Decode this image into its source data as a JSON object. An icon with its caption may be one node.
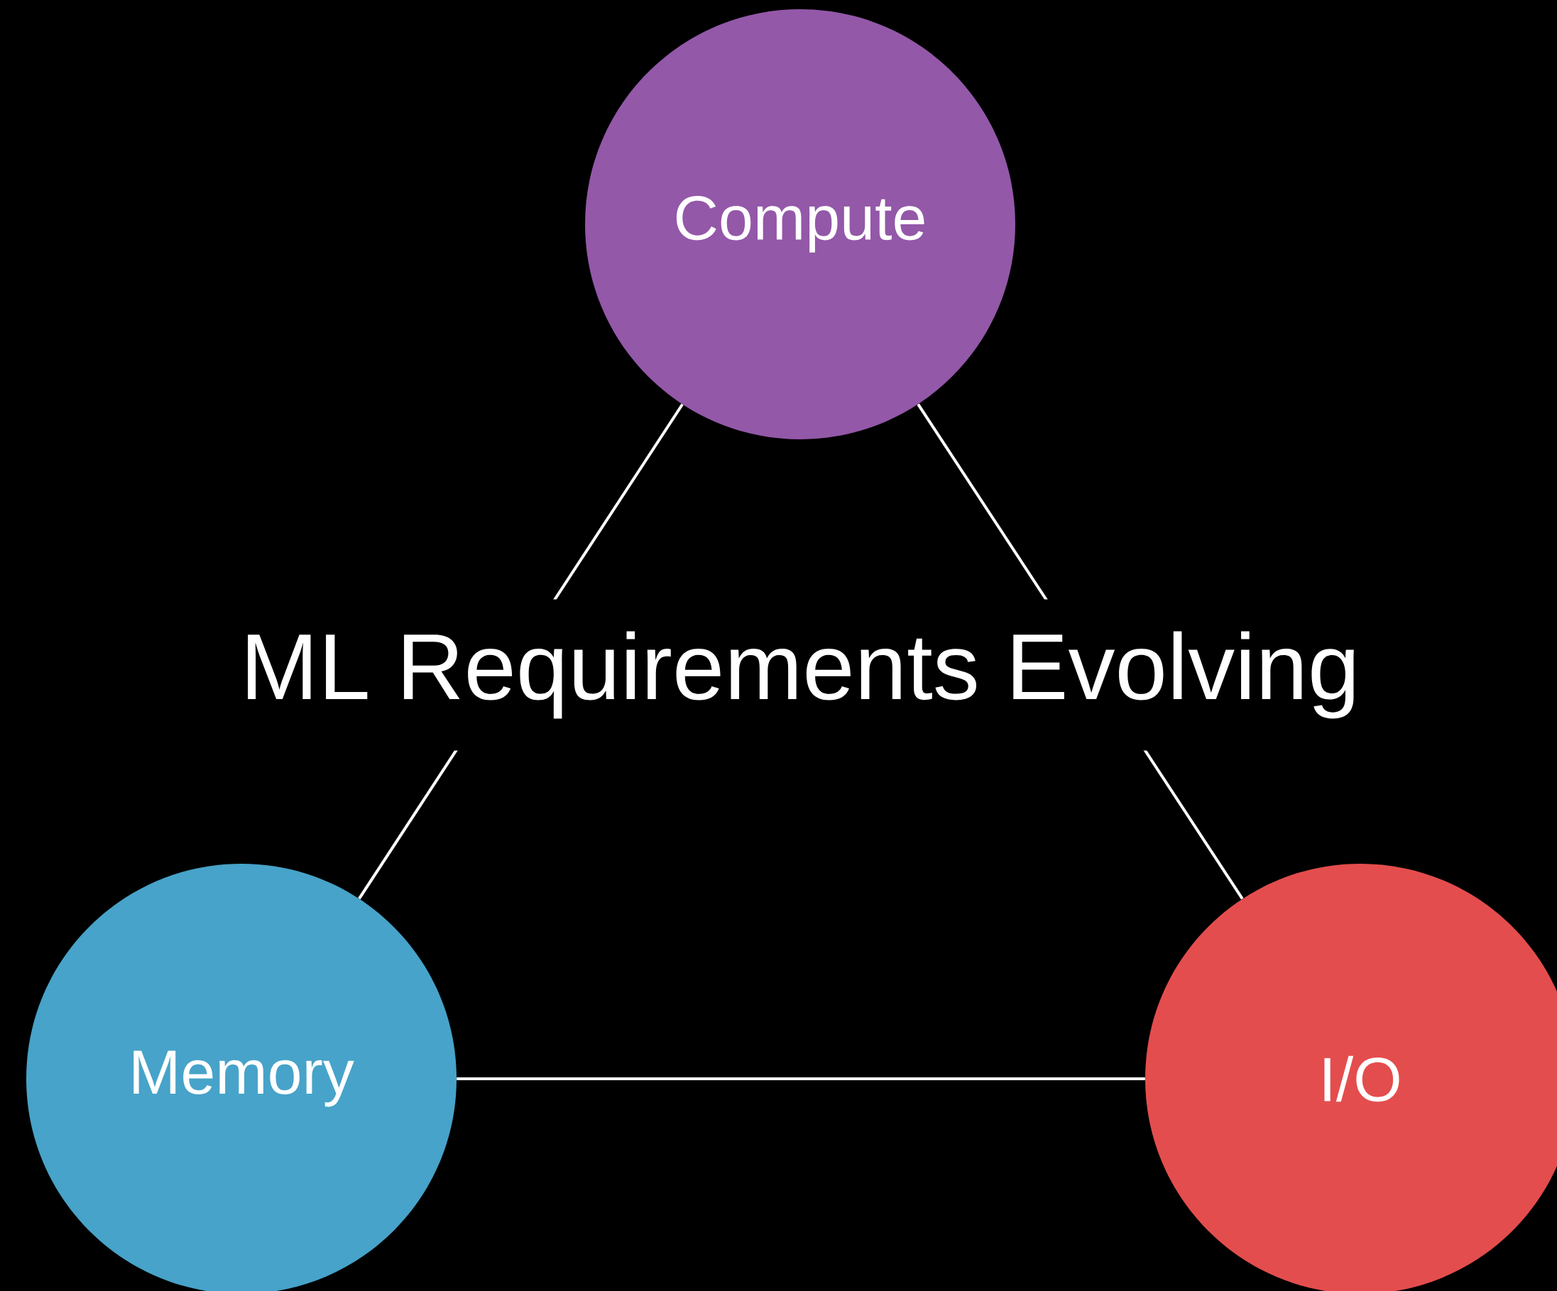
{
  "diagram": {
    "title": "ML Requirements Evolving",
    "nodes": [
      {
        "text": [
          "Compute"
        ]
      },
      {
        "text": [
          "Memory"
        ]
      },
      {
        "text": [
          "I/O"
        ]
      }
    ],
    "edges": [
      {
        "from": 0,
        "to": 1,
        "arrow": "none"
      },
      {
        "from": 0,
        "to": 2,
        "arrow": "none"
      },
      {
        "from": 1,
        "to": 2,
        "arrow": "none"
      }
    ]
  }
}
